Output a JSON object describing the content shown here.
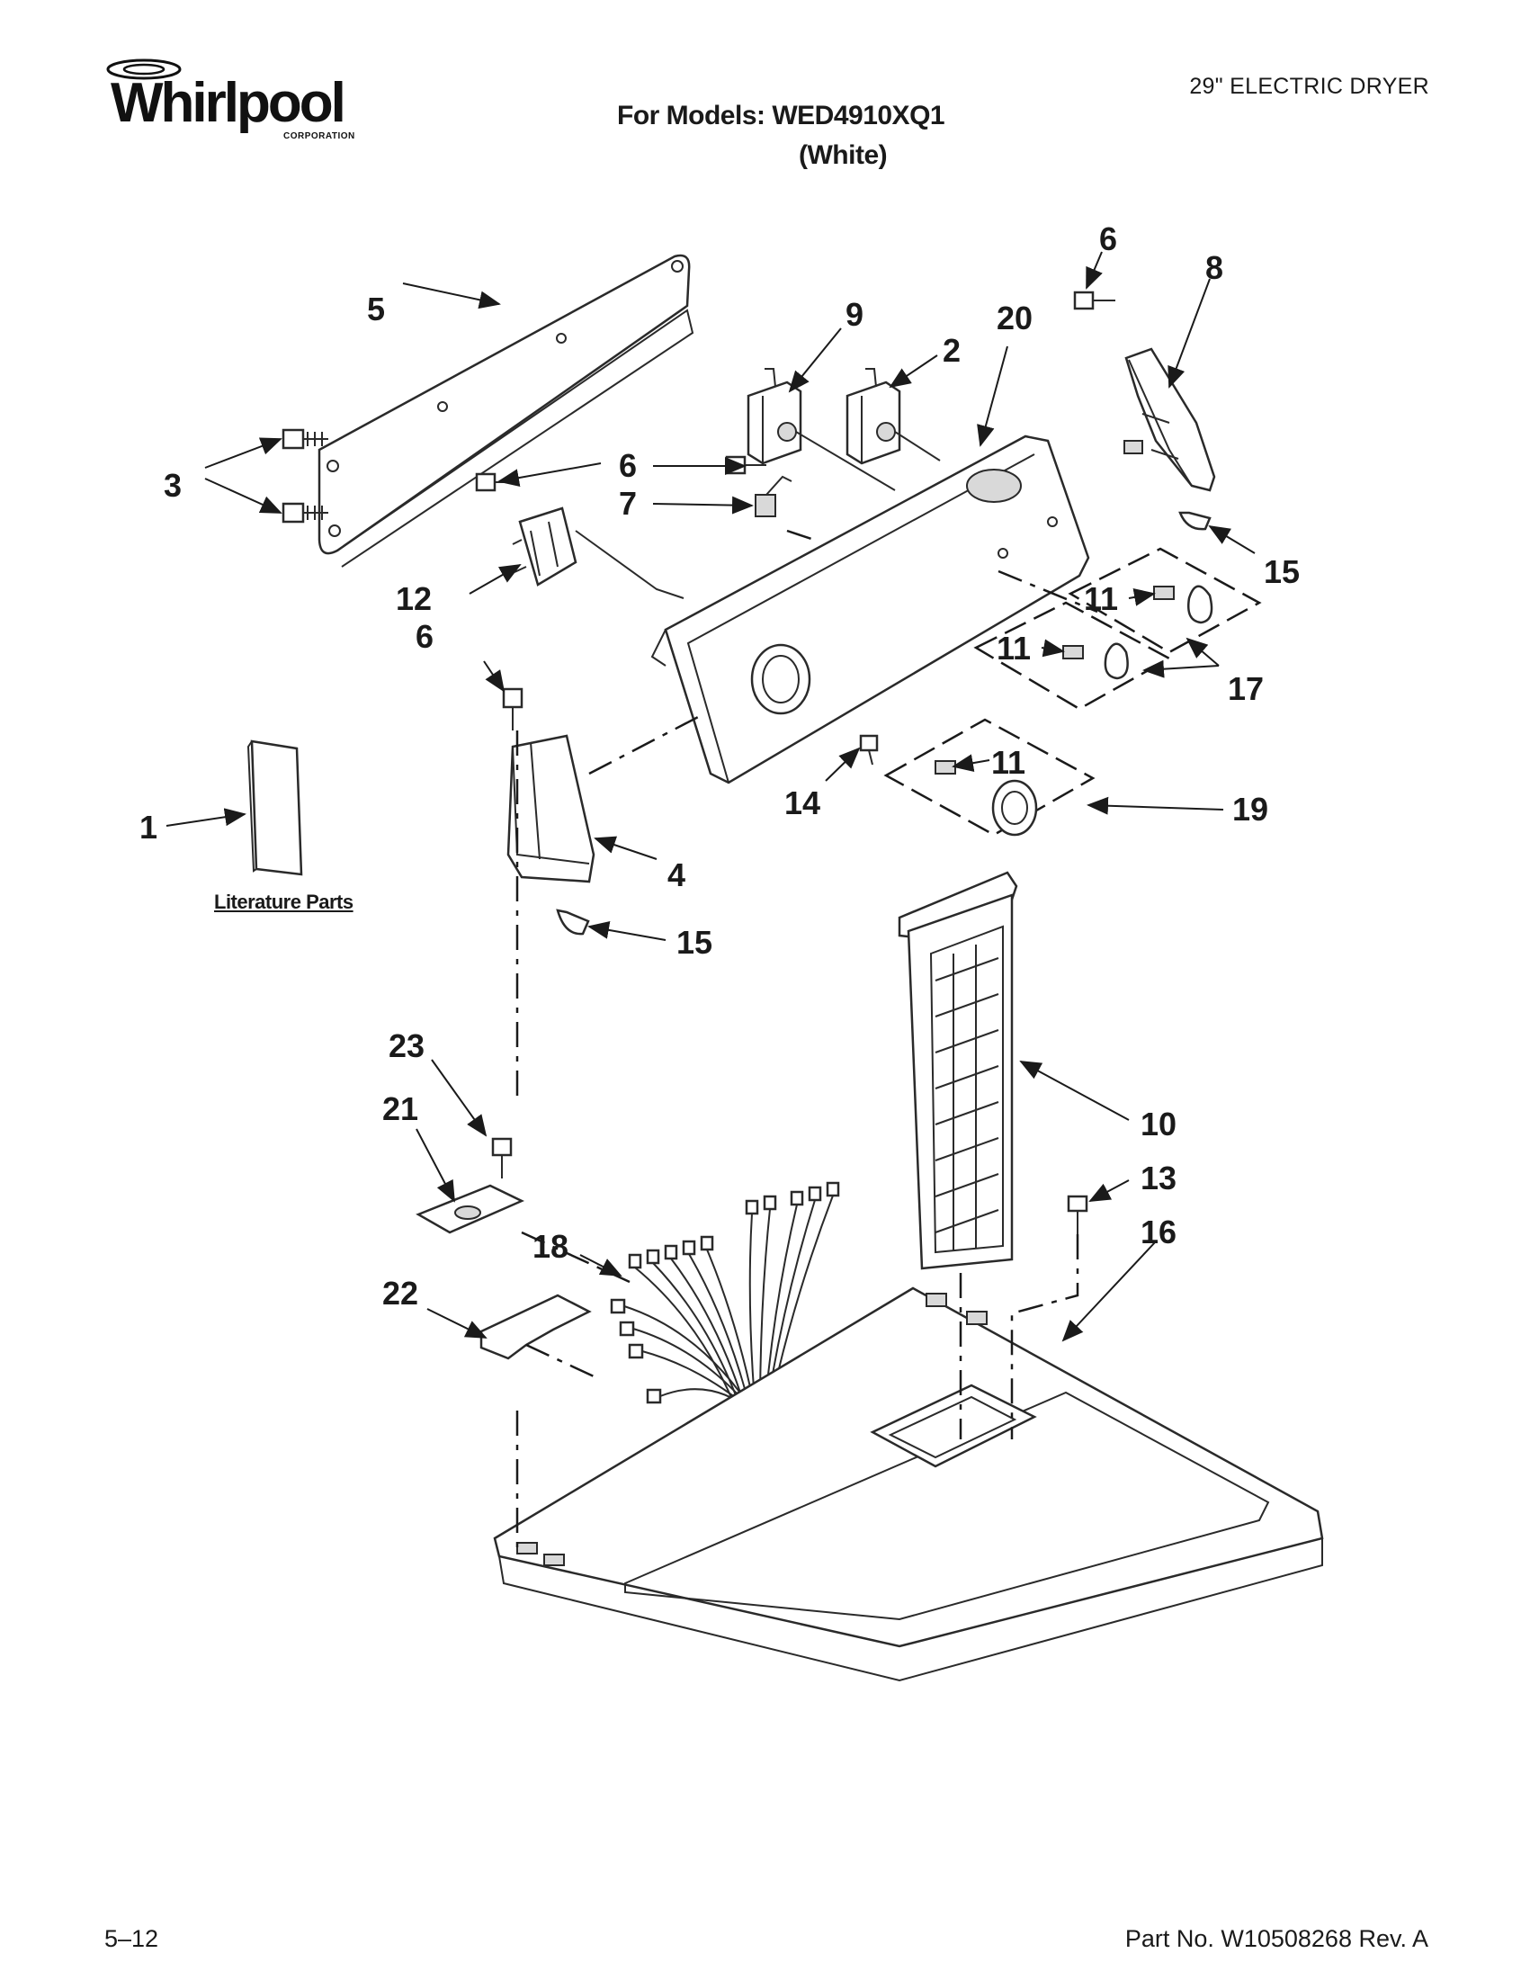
{
  "header": {
    "brand": "Whirlpool",
    "brand_sub": "CORPORATION",
    "model_line": "For Models: WED4910XQ1",
    "color_line": "(White)",
    "product": "29\" ELECTRIC DRYER"
  },
  "literature_label": "Literature Parts",
  "footer": {
    "date_code": "5–12",
    "part_number": "Part No. W10508268 Rev. A"
  },
  "callouts": {
    "c1": "1",
    "c2": "2",
    "c3": "3",
    "c4": "4",
    "c5": "5",
    "c6a": "6",
    "c6b": "6",
    "c6c": "6",
    "c7": "7",
    "c8": "8",
    "c9": "9",
    "c10": "10",
    "c11a": "11",
    "c11b": "11",
    "c11c": "11",
    "c12": "12",
    "c13": "13",
    "c14": "14",
    "c15a": "15",
    "c15b": "15",
    "c16": "16",
    "c17": "17",
    "c18": "18",
    "c19": "19",
    "c20": "20",
    "c21": "21",
    "c22": "22",
    "c23": "23"
  }
}
